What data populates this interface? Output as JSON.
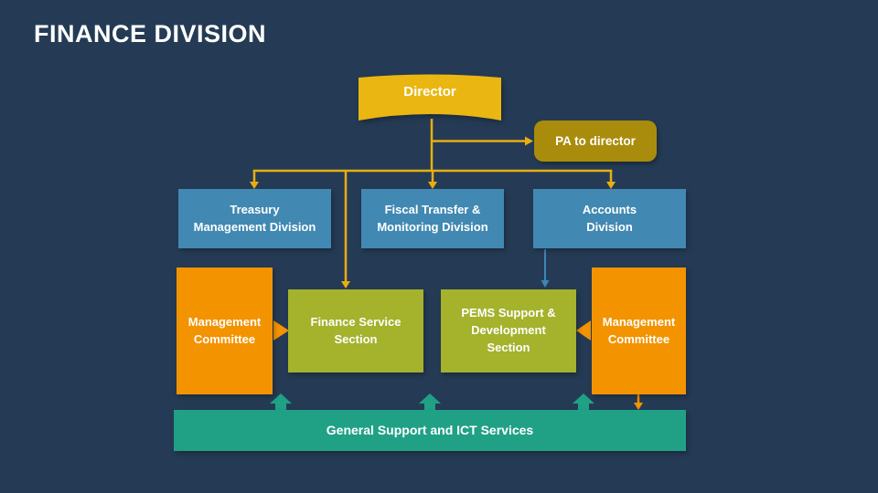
{
  "slide": {
    "title": "FINANCE DIVISION"
  },
  "colors": {
    "background": "#253B55",
    "yellow": "#EAB612",
    "line_yellow": "#E8AE10",
    "gold_dark": "#AA8C0C",
    "blue": "#4189B3",
    "connector_blue": "#3E86B5",
    "orange": "#F39300",
    "olive": "#A4B22C",
    "teal": "#20A186",
    "text": "#FFFFFF"
  },
  "nodes": {
    "director": {
      "label": "Director"
    },
    "pa": {
      "label": "PA to director"
    },
    "treasury": {
      "label": "Treasury\nManagement Division"
    },
    "fiscal": {
      "label": "Fiscal Transfer &\nMonitoring  Division"
    },
    "accounts": {
      "label": "Accounts\nDivision"
    },
    "mc_left": {
      "label": "Management\nCommittee"
    },
    "finance_service": {
      "label": "Finance Service\nSection"
    },
    "pems": {
      "label": "PEMS Support &\nDevelopment\nSection"
    },
    "mc_right": {
      "label": "Management\nCommittee"
    },
    "ict": {
      "label": "General  Support and ICT Services"
    }
  }
}
